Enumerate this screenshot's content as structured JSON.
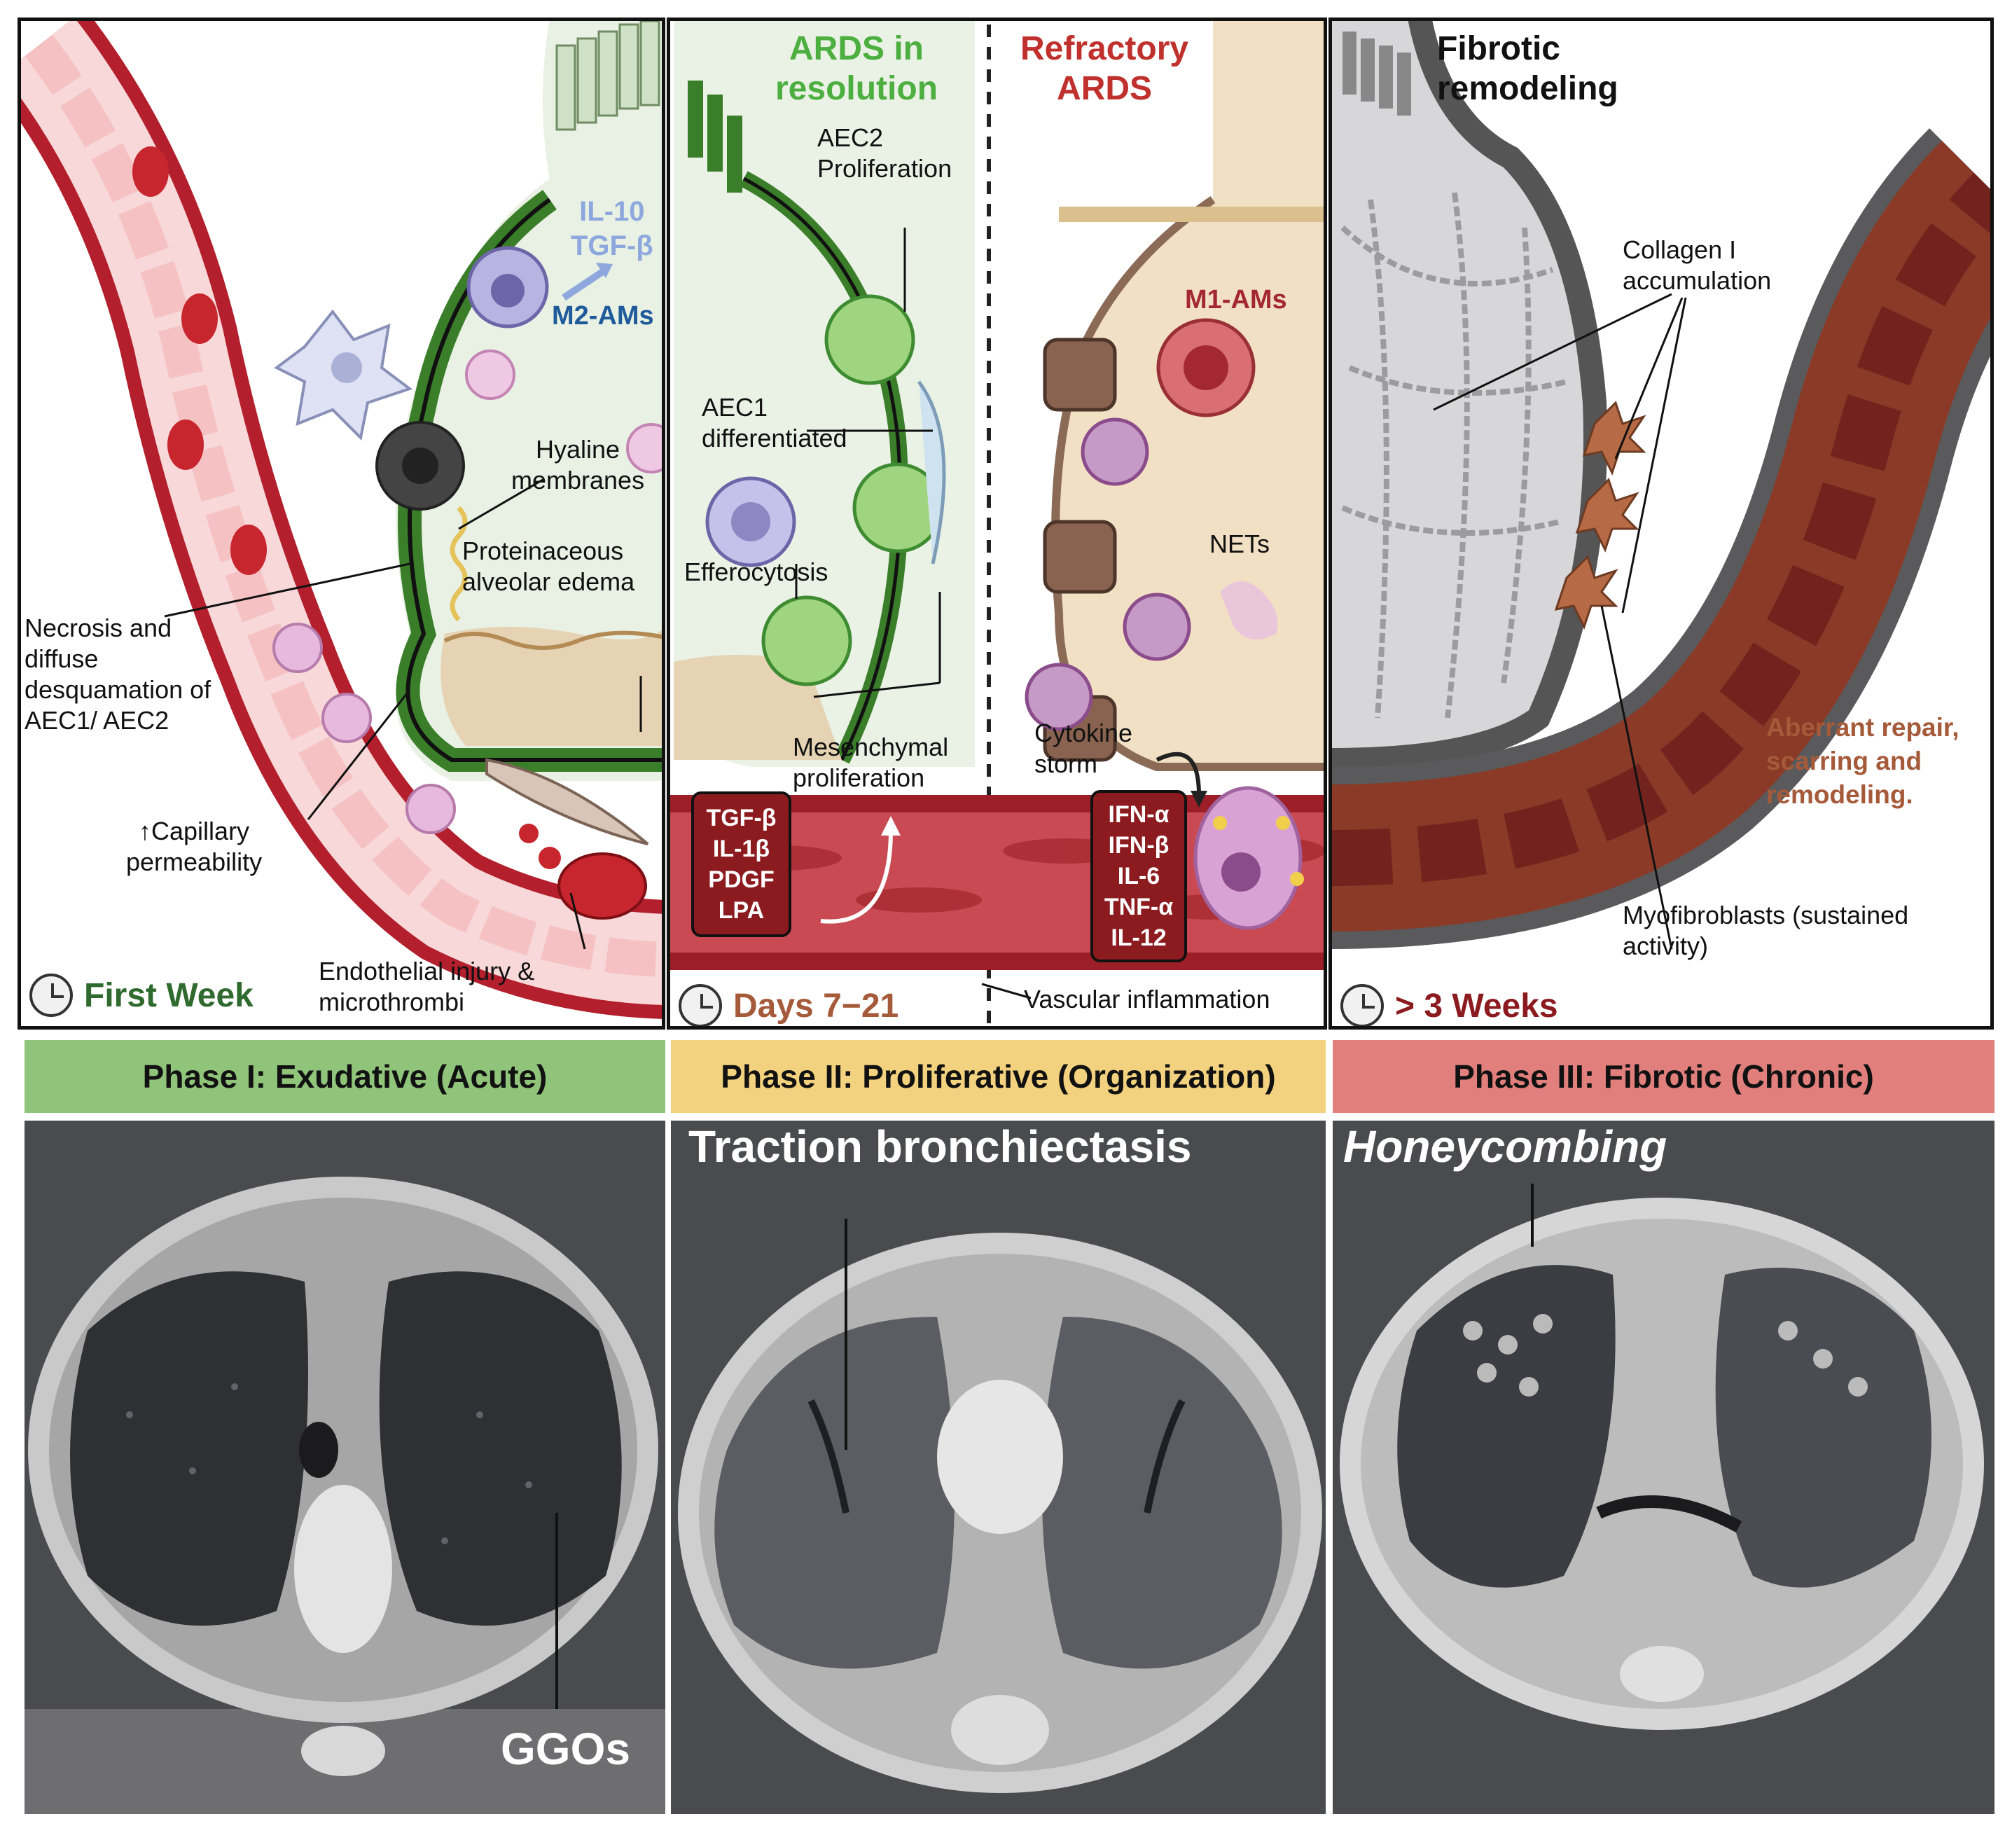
{
  "phase1": {
    "cytokines": "IL-10\nTGF-β",
    "m2_ams": "M2-AMs",
    "hyaline": "Hyaline\nmembranes",
    "edema": "Proteinaceous\nalveolar edema",
    "necrosis": "Necrosis and\ndiffuse\ndesquamation of\nAEC1/ AEC2",
    "capillary": "↑Capillary\npermeability",
    "endothelial": "Endothelial injury &\nmicrothrombi",
    "time": "First Week",
    "band": "Phase I: Exudative (Acute)",
    "ct_label": "GGOs"
  },
  "phase2": {
    "resolution_title": "ARDS in\nresolution",
    "refractory_title": "Refractory\nARDS",
    "aec2": "AEC2\nProliferation",
    "aec1": "AEC1\ndifferentiated",
    "efferocytosis": "Efferocytosis",
    "mesenchymal": "Mesenchymal\nproliferation",
    "m1_ams": "M1-AMs",
    "nets": "NETs",
    "cytokine_storm": "Cytokine\nstorm",
    "growth_factors": [
      "TGF-β",
      "IL-1β",
      "PDGF",
      "LPA"
    ],
    "storm_cytokines": [
      "IFN-α",
      "IFN-β",
      "IL-6",
      "TNF-α",
      "IL-12"
    ],
    "vascular": "Vascular inflammation",
    "time": "Days 7−21",
    "band": "Phase II: Proliferative (Organization)",
    "ct_label": "Traction bronchiectasis"
  },
  "phase3": {
    "title": "Fibrotic\nremodeling",
    "collagen": "Collagen I\naccumulation",
    "aberrant": "Aberrant repair,\nscarring and\nremodeling.",
    "myofibroblasts": "Myofibroblasts (sustained\nactivity)",
    "time": "> 3 Weeks",
    "band": "Phase III: Fibrotic (Chronic)",
    "ct_label": "Honeycombing"
  },
  "colors": {
    "phase1_band": "#8fc47a",
    "phase2_band": "#f2d27e",
    "phase3_band": "#e07f7c",
    "green_text": "#2f6a2f",
    "resolution_green": "#4caf3f",
    "refractory_red": "#c0302c",
    "brown_text": "#a55a3a",
    "dark_red": "#8c1b1f",
    "blue_text": "#1f5a9a",
    "light_blue_text": "#8ea8dd"
  }
}
